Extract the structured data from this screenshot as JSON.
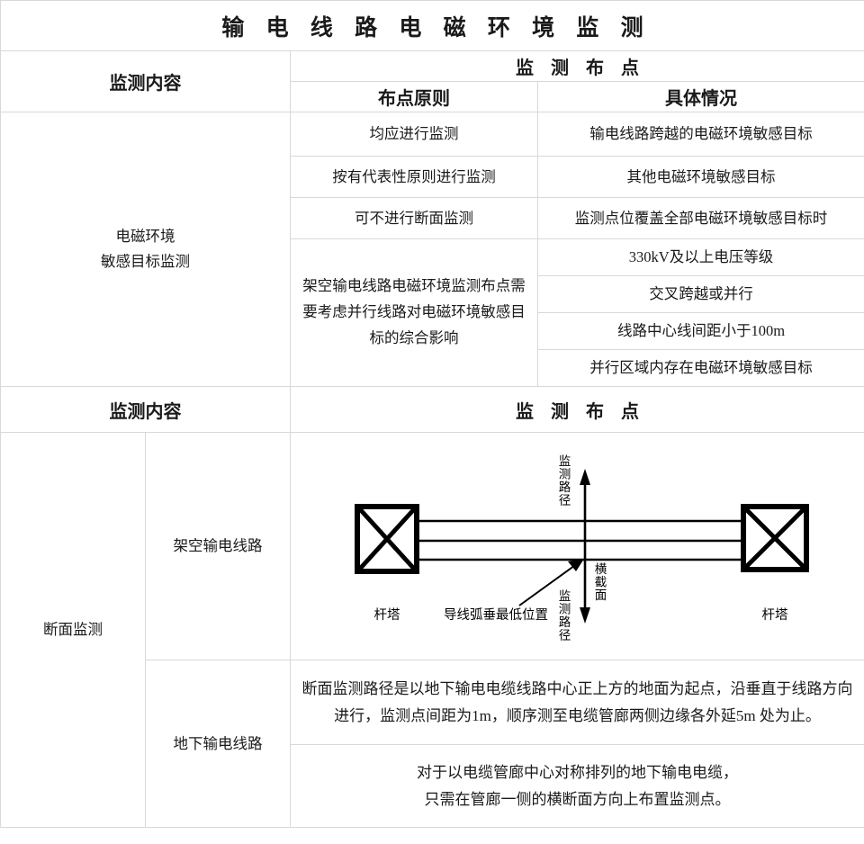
{
  "title": "输 电 线 路 电 磁 环 境 监 测",
  "section1": {
    "col_monitor_content": "监测内容",
    "col_layout": "监 测 布 点",
    "col_principle": "布点原则",
    "col_situation": "具体情况",
    "row_group_label": "电磁环境\n敏感目标监测",
    "rows": [
      {
        "principle": "均应进行监测",
        "situation": "输电线路跨越的电磁环境敏感目标"
      },
      {
        "principle": "按有代表性原则进行监测",
        "situation": "其他电磁环境敏感目标"
      },
      {
        "principle": "可不进行断面监测",
        "situation": "监测点位覆盖全部电磁环境敏感目标时"
      }
    ],
    "merged_principle": "架空输电线路电磁环境监测布点需要考虑并行线路对电磁环境敏感目标的综合影响",
    "merged_situations": [
      "330kV及以上电压等级",
      "交叉跨越或并行",
      "线路中心线间距小于100m",
      "并行区域内存在电磁环境敏感目标"
    ]
  },
  "section2": {
    "col_monitor_content": "监测内容",
    "col_layout": "监 测 布 点",
    "row_group_label": "断面监测",
    "subrow_overhead": "架空输电线路",
    "subrow_underground": "地下输电线路",
    "diagram": {
      "label_path_top": "监测路径",
      "label_path_bottom": "监测路径",
      "label_cross_section": "横截面",
      "label_tower_left": "杆塔",
      "label_tower_right": "杆塔",
      "label_sag": "导线弧垂最低位置"
    },
    "underground_para_1": "断面监测路径是以地下输电电缆线路中心正上方的地面为起点，沿垂直于线路方向进行，监测点间距为1m，顺序测至电缆管廊两侧边缘各外延5m 处为止。",
    "underground_para_2_line1": "对于以电缆管廊中心对称排列的地下输电电缆，",
    "underground_para_2_line2": "只需在管廊一侧的横断面方向上布置监测点。"
  },
  "colors": {
    "border": "#d8d8d8",
    "text": "#1a1a1a",
    "diagram_stroke": "#000000"
  }
}
